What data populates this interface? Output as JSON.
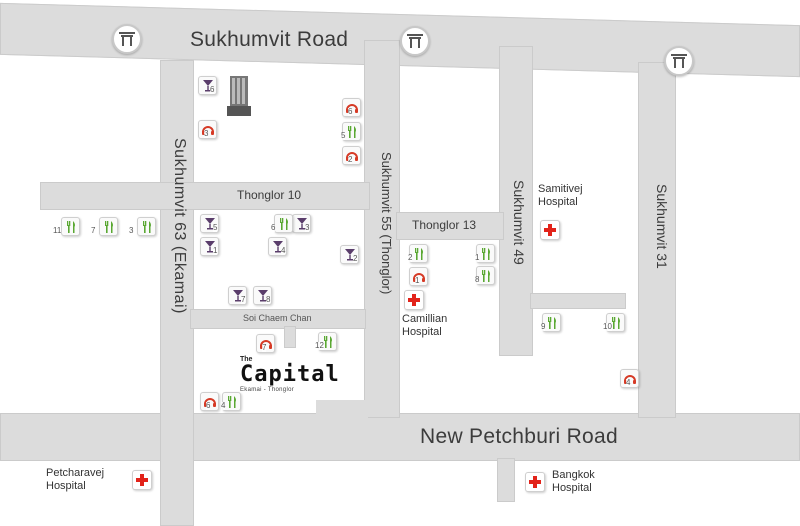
{
  "roads": {
    "sukhumvit_road": "Sukhumvit Road",
    "new_petchburi_road": "New Petchburi Road",
    "sukhumvit_63": "Sukhumvit 63 (Ekamai)",
    "sukhumvit_55": "Sukhumvit 55 (Thonglor)",
    "sukhumvit_49": "Sukhumvit 49",
    "sukhumvit_31": "Sukhumvit 31",
    "thonglor_10": "Thonglor 10",
    "thonglor_13": "Thonglor 13",
    "soi_chaem_chan": "Soi Chaem Chan"
  },
  "hospitals": {
    "samitivej": [
      "Samitivej",
      "Hospital"
    ],
    "camillian": [
      "Camillian",
      "Hospital"
    ],
    "petcharavej": [
      "Petcharavej",
      "Hospital"
    ],
    "bangkok": [
      "Bangkok",
      "Hospital"
    ]
  },
  "capital": {
    "the": "The",
    "name": "Capital",
    "sub": "Ekamai - Thonglor"
  },
  "pois": {
    "bars": [
      "6",
      "5",
      "1",
      "3",
      "4",
      "2",
      "7",
      "8"
    ],
    "restaurants": [
      "11",
      "7",
      "3",
      "6",
      "2",
      "1",
      "8",
      "9",
      "10",
      "12",
      "4",
      "5"
    ],
    "spas": [
      "3",
      "6",
      "2",
      "1",
      "7",
      "6",
      "4"
    ]
  },
  "colors": {
    "road_fill": "#dcdcdc",
    "bar_icon": "#5a3d6b",
    "restaurant_icon": "#5aa832",
    "spa_icon": "#d63a26",
    "hospital_cross": "#e2231a"
  },
  "icons": {
    "bar": "cocktail-glass-icon",
    "restaurant": "fork-knife-icon",
    "spa": "headphones-icon",
    "hospital": "red-cross-icon",
    "gate": "thai-gate-icon"
  }
}
